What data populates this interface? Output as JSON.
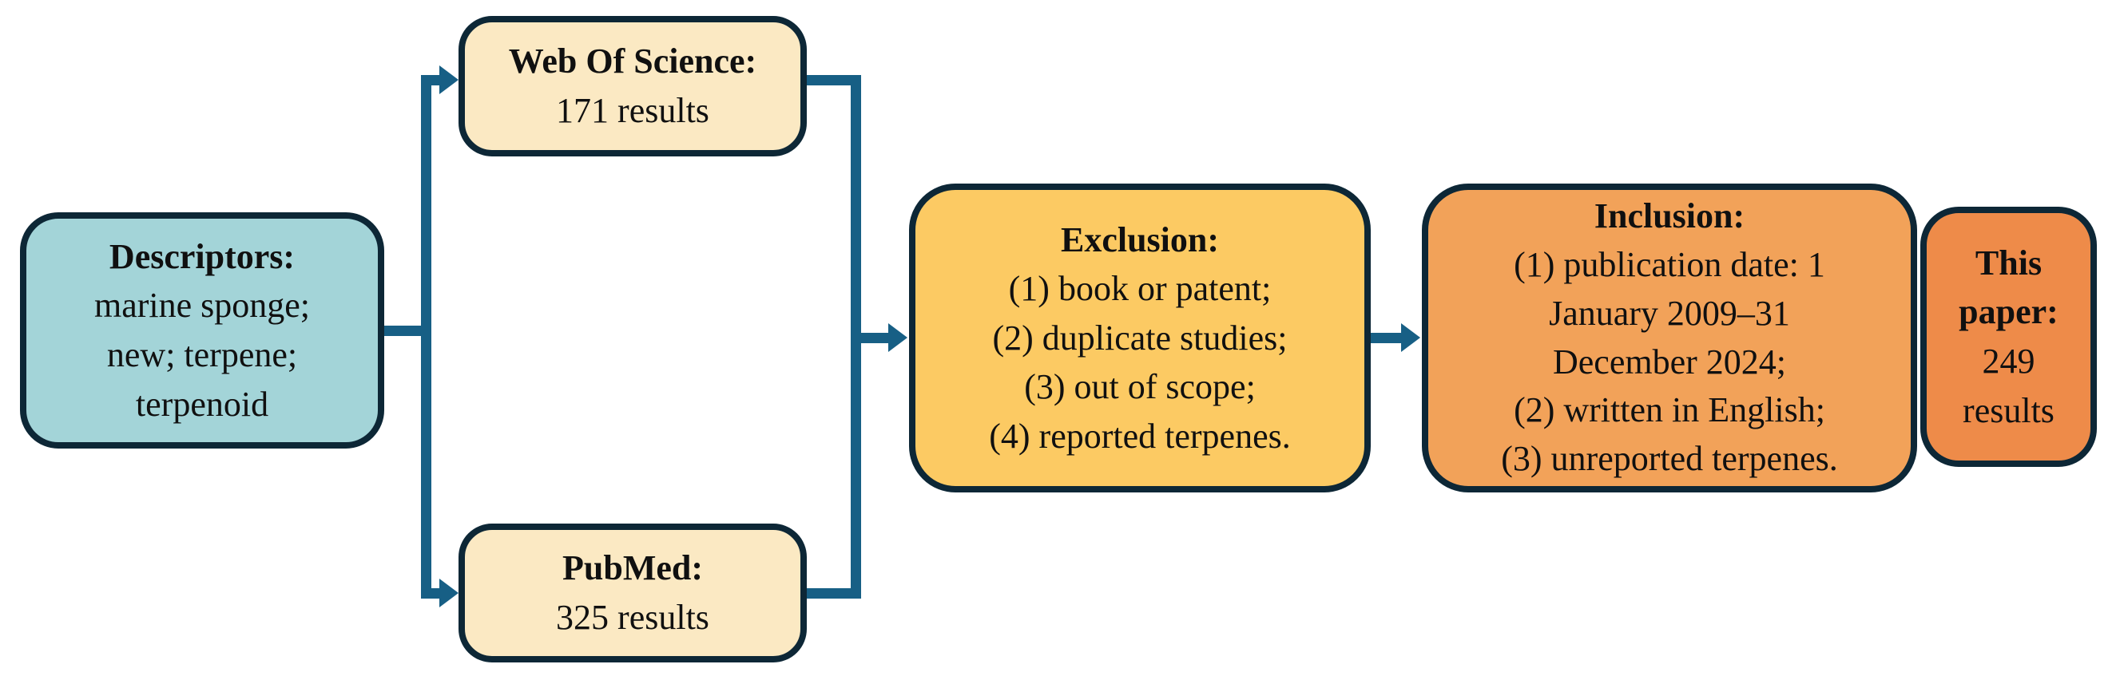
{
  "diagram": {
    "description": "Literature search flow diagram",
    "colors": {
      "border": "#0d2736",
      "arrow": "#175f85",
      "text": "#101010",
      "descriptors_fill": "#a3d4d8",
      "database_fill": "#fbe9c3",
      "exclusion_fill": "#fcca63",
      "inclusion_fill": "#f2a259",
      "this_paper_fill": "#ee8b49"
    },
    "nodes": {
      "descriptors": {
        "title": "Descriptors:",
        "lines": [
          "marine sponge;",
          "new; terpene;",
          "terpenoid"
        ]
      },
      "web_of_science": {
        "title": "Web Of Science:",
        "lines": [
          "171 results"
        ]
      },
      "pubmed": {
        "title": "PubMed:",
        "lines": [
          "325 results"
        ]
      },
      "exclusion": {
        "title": "Exclusion:",
        "lines": [
          "(1) book or patent;",
          "(2) duplicate studies;",
          "(3) out of scope;",
          "(4) reported terpenes."
        ]
      },
      "inclusion": {
        "title": "Inclusion:",
        "lines": [
          "(1) publication date: 1",
          "January 2009–31",
          "December 2024;",
          "(2) written in English;",
          "(3) unreported terpenes."
        ]
      },
      "this_paper": {
        "title": "This paper:",
        "lines": [
          "249 results"
        ]
      }
    }
  }
}
